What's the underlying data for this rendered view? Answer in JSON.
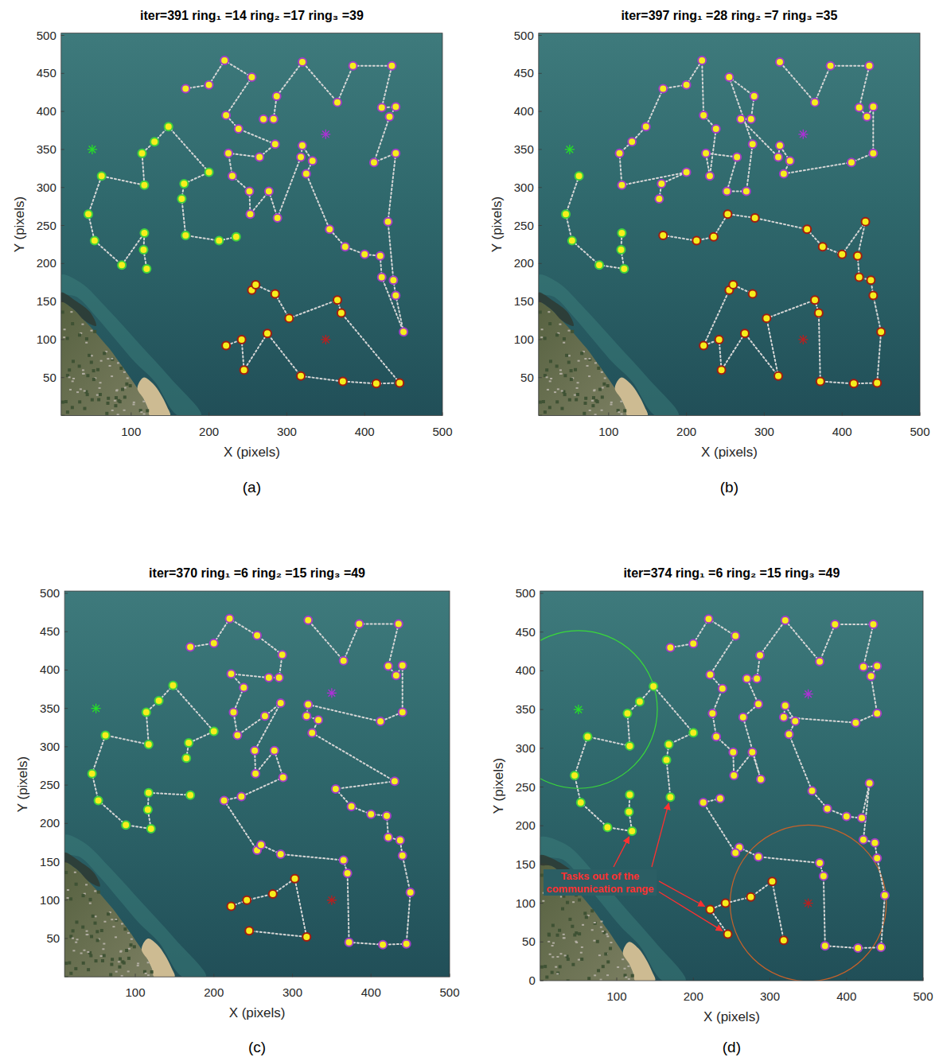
{
  "diagram": {
    "labels": [
      "iter=391 ring₁ =14 ring₂ =17 ring₃ =39",
      "500",
      "450",
      "400",
      "350",
      "300",
      "250",
      "200",
      "150",
      "100",
      "50",
      "Y (pixels)",
      "100",
      "200",
      "300",
      "400",
      "500",
      "X (pixels)",
      "(a)",
      "iter=397 ring₁ =28 ring₂ =7 ring₃ =35",
      "500",
      "450",
      "400",
      "350",
      "300",
      "250",
      "200",
      "150",
      "100",
      "50",
      "Y (pixels)",
      "100",
      "200",
      "300",
      "400",
      "500",
      "X (pixels)",
      "(b)",
      "iter=370 ring₁ =6 ring₂ =15 ring₃ =49",
      "500",
      "450",
      "400",
      "350",
      "300",
      "250",
      "200",
      "150",
      "100",
      "50",
      "Y (pixels)",
      "100",
      "200",
      "300",
      "400",
      "500",
      "X (pixels)",
      "(c)",
      "iter=374 ring₁ =6 ring₂ =15 ring₃ =49",
      "500",
      "450",
      "400",
      "350",
      "300",
      "250",
      "200",
      "150",
      "100",
      "50",
      "0",
      "Y (pixels)",
      "100",
      "200",
      "300",
      "400",
      "500",
      "X (pixels)",
      "(d)",
      "Tasks out of the communication range"
    ]
  }
}
